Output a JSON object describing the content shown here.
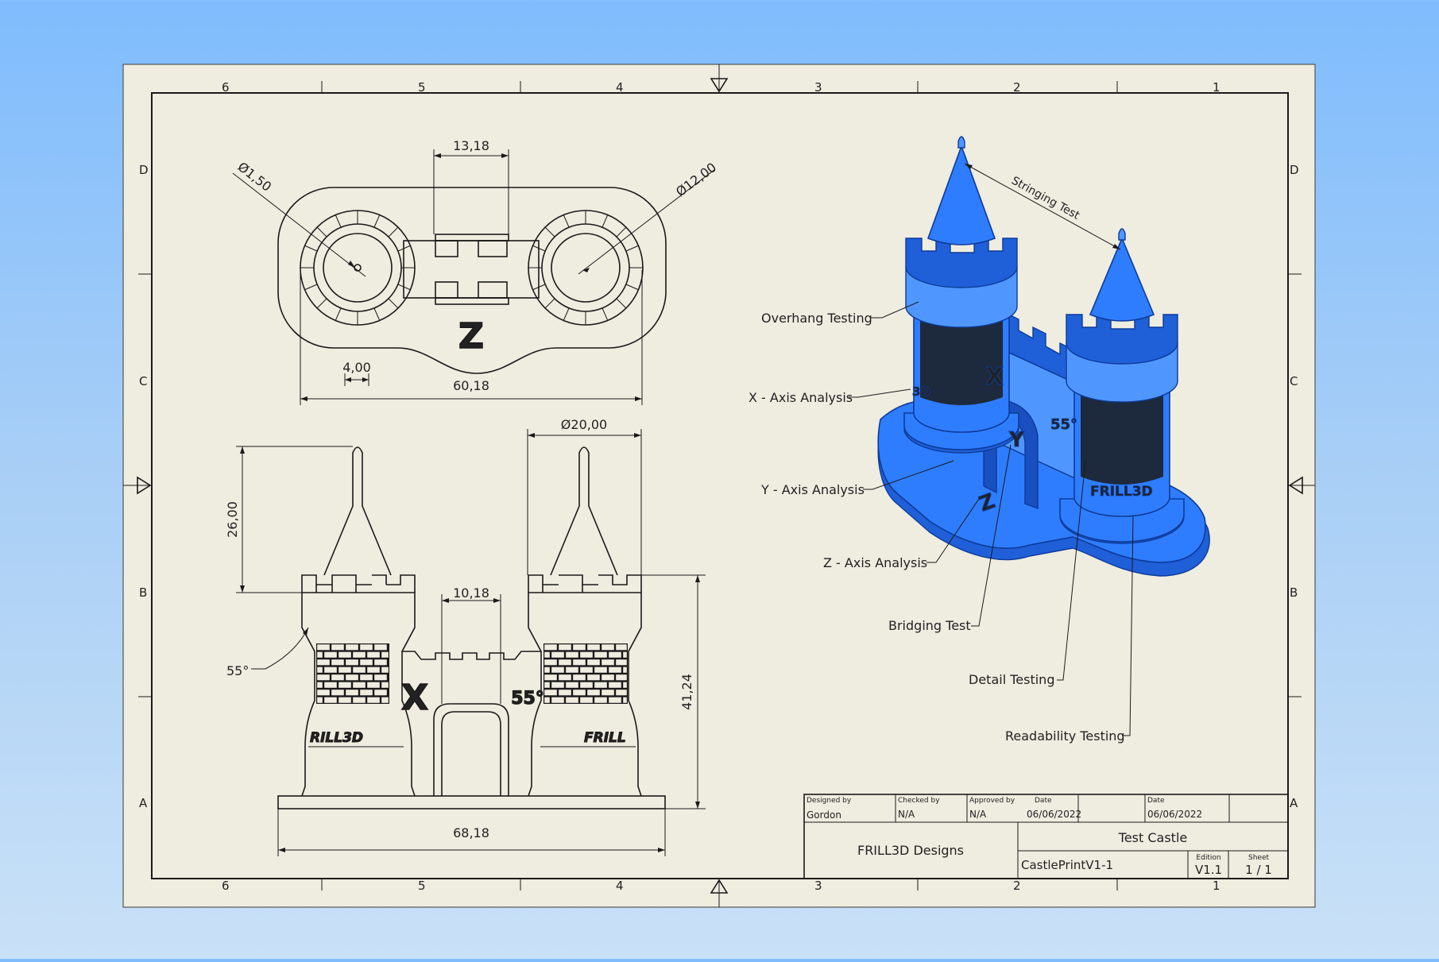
{
  "drawing": {
    "zone_columns": [
      "6",
      "5",
      "4",
      "3",
      "2",
      "1"
    ],
    "zone_rows": [
      "D",
      "C",
      "B",
      "A"
    ],
    "top_view": {
      "dims": [
        "13,18",
        "Ø1,50",
        "Ø12,00",
        "4,00",
        "60,18"
      ],
      "axis_letter": "Z"
    },
    "front_view": {
      "dims": [
        "Ø20,00",
        "26,00",
        "10,18",
        "41,24",
        "68,18"
      ],
      "angle": "55°",
      "axis_letter": "X",
      "emboss_angle": "55°",
      "brand_left": "RILL3D",
      "brand_right": "FRILL"
    },
    "iso_view": {
      "callouts": [
        "Stringing Test",
        "Overhang Testing",
        "X - Axis Analysis",
        "Y - Axis Analysis",
        "Z - Axis Analysis",
        "Bridging Test",
        "Detail Testing",
        "Readability Testing"
      ],
      "emboss": [
        "X",
        "Y",
        "Z",
        "55°",
        "FRILL3D",
        "3D"
      ]
    },
    "title_block": {
      "designed_by_label": "Designed by",
      "designed_by": "Gordon",
      "checked_by_label": "Checked by",
      "checked_by": "N/A",
      "approved_by_label": "Approved by",
      "approved_by": "N/A",
      "date_label_1": "Date",
      "date_1": "06/06/2022",
      "date_label_2": "Date",
      "date_2": "06/06/2022",
      "company": "FRILL3D Designs",
      "title": "Test Castle",
      "file": "CastlePrintV1-1",
      "edition_label": "Edition",
      "edition": "V1.1",
      "sheet_label": "Sheet",
      "sheet": "1 / 1"
    }
  },
  "colors": {
    "paper": "#efece0",
    "model_blue": "#2e7dff"
  }
}
